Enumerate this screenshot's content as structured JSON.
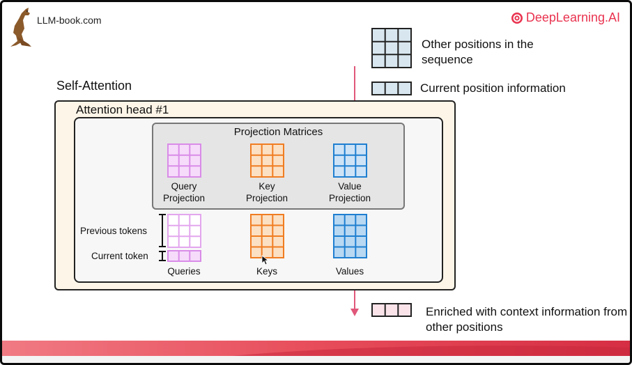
{
  "brand": {
    "left_text": "LLM-book.com",
    "right_text": "DeepLearning.AI",
    "accent_color": "#e9334f"
  },
  "legend": {
    "other_positions": "Other positions in the sequence",
    "current_position": "Current position information",
    "enriched": "Enriched with context information from other positions"
  },
  "diagram": {
    "self_attention_label": "Self-Attention",
    "attention_head_label": "Attention head #1",
    "projection_title": "Projection Matrices",
    "projections": [
      {
        "line1": "Query",
        "line2": "Projection",
        "color": "#d98ce8"
      },
      {
        "line1": "Key",
        "line2": "Projection",
        "color": "#f07d22"
      },
      {
        "line1": "Value",
        "line2": "Projection",
        "color": "#1f7fd0"
      }
    ],
    "outputs": {
      "queries": "Queries",
      "keys": "Keys",
      "values": "Values"
    },
    "previous_tokens": "Previous tokens",
    "current_token": "Current token"
  },
  "colors": {
    "arrow": "#e0577a",
    "attention_head_bg": "#fdf5e8",
    "legend_grid": "#d8e6ef"
  }
}
